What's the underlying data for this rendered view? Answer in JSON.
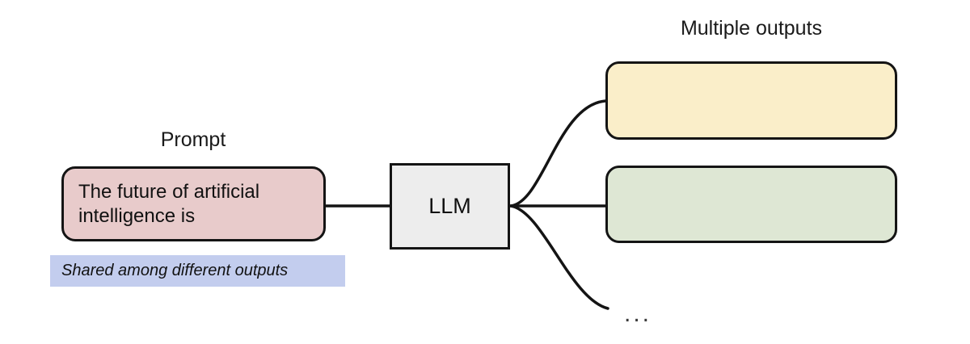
{
  "diagram": {
    "title_prompt": "Prompt",
    "title_outputs": "Multiple outputs",
    "prompt_box": {
      "text": "The future of artificial\nintelligence is",
      "fill": "#e8cbcb",
      "stroke": "#141414"
    },
    "llm_box": {
      "text": "LLM",
      "fill": "#ededed",
      "stroke": "#141414"
    },
    "output_boxes": [
      {
        "text": "",
        "fill": "#faeec9",
        "stroke": "#141414"
      },
      {
        "text": "",
        "fill": "#dee7d4",
        "stroke": "#141414"
      }
    ],
    "ellipsis": "...",
    "shared_note": {
      "text": "Shared among different outputs",
      "fill": "#c3cdee"
    },
    "connectors": {
      "prompt_to_llm": "straight-line",
      "llm_to_output_1": "curve-up",
      "llm_to_output_2": "straight-line",
      "llm_to_ellipsis": "curve-down"
    },
    "colors": {
      "background": "#ffffff",
      "line": "#141414",
      "text": "#1a1a1a"
    }
  }
}
